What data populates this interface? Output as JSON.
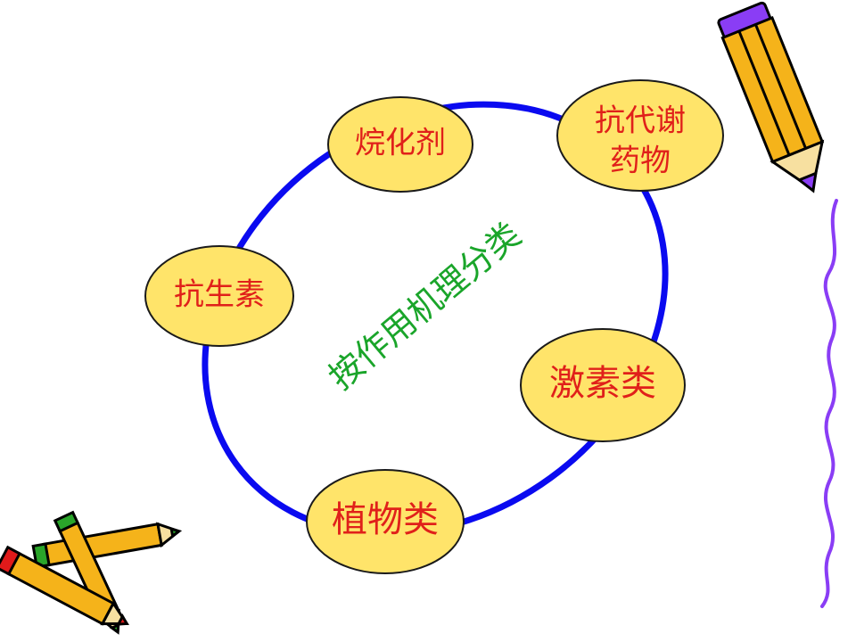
{
  "diagram": {
    "center_label": "按作用机理分类",
    "nodes": [
      {
        "id": "alkylating",
        "label_lines": [
          "烷化剂"
        ]
      },
      {
        "id": "antimetabolite",
        "label_lines": [
          "抗代谢",
          "药物"
        ]
      },
      {
        "id": "antibiotic",
        "label_lines": [
          "抗生素"
        ]
      },
      {
        "id": "hormone",
        "label_lines": [
          "激素类"
        ]
      },
      {
        "id": "plant",
        "label_lines": [
          "植物类"
        ]
      }
    ]
  },
  "colors": {
    "cycle_stroke": "#0a0af0",
    "node_fill": "#ffe46a",
    "node_stroke": "#1a1a1a",
    "node_text": "#e0201a",
    "center_text": "#1aa52a",
    "squiggle": "#8a3df5",
    "pencil_body": "#f5b31a",
    "pencil_tip_purple": "#8a3df5",
    "pencil_tip_red": "#e01a1a",
    "pencil_tip_green": "#2aa52a",
    "outline": "#000000"
  },
  "icons": [
    "pencil-top-right-icon",
    "pencils-bottom-left-icon",
    "squiggle-line-icon"
  ]
}
